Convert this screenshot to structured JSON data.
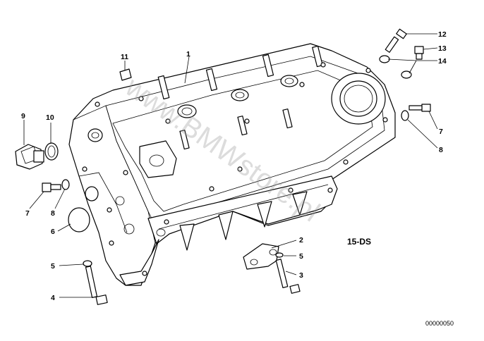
{
  "diagram": {
    "callouts": {
      "c1": "1",
      "c2": "2",
      "c3": "3",
      "c4": "4",
      "c5a": "5",
      "c5b": "5",
      "c6": "6",
      "c7a": "7",
      "c7b": "7",
      "c8a": "8",
      "c8b": "8",
      "c9": "9",
      "c10": "10",
      "c11": "11",
      "c12": "12",
      "c13": "13",
      "c14": "14"
    },
    "drawing_code": "15-DS",
    "watermark": "www.BMWstore.pl",
    "image_number": "00000050"
  }
}
